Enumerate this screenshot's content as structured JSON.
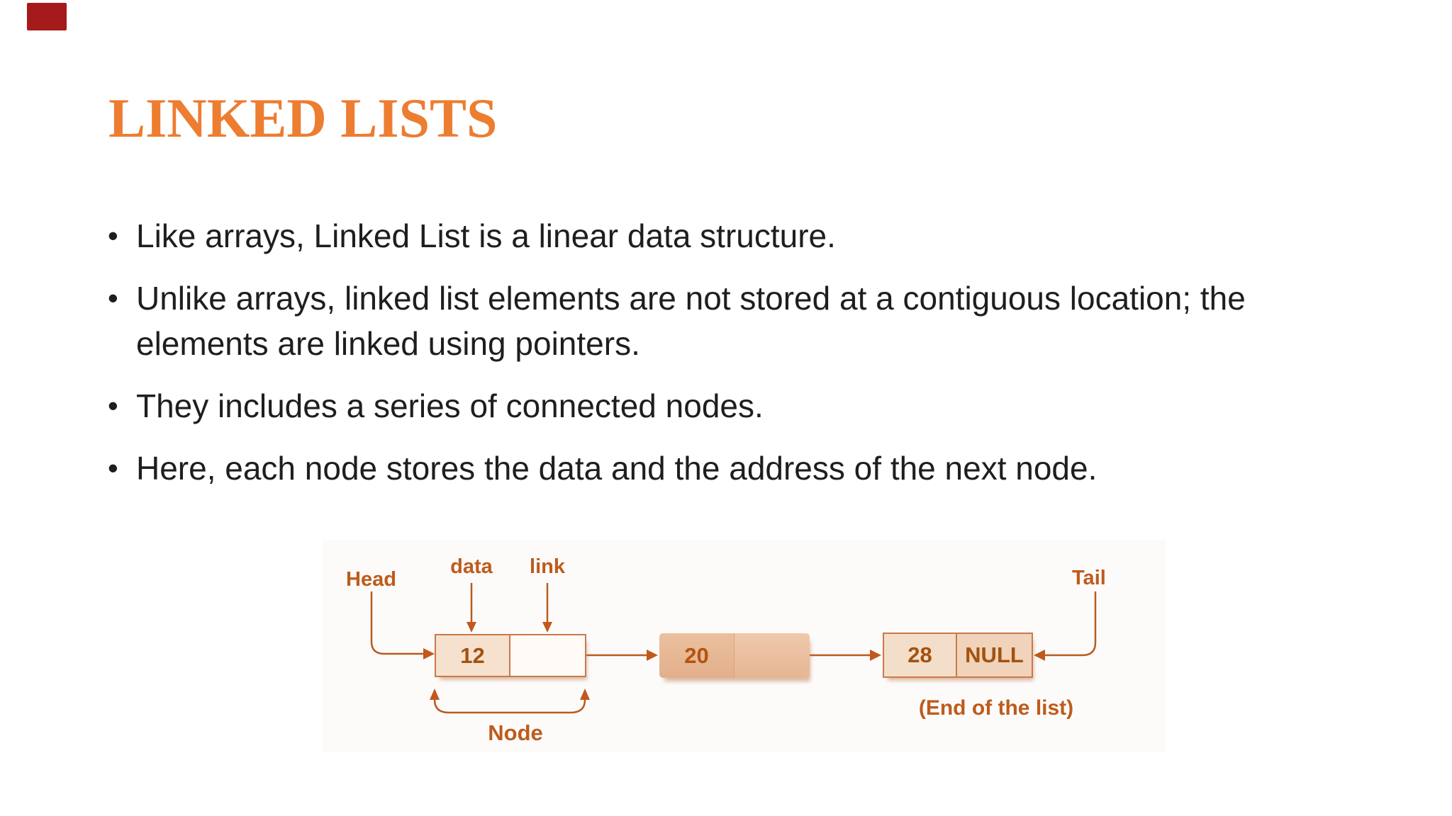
{
  "slide": {
    "title": "LINKED LISTS",
    "title_color": "#ED7D31",
    "corner_badge_color": "#A51A1A",
    "bullets": [
      "Like arrays, Linked List is a linear data structure.",
      "Unlike arrays, linked list elements are not stored at a contiguous location; the elements are linked using pointers.",
      "They includes a series of connected nodes.",
      "Here, each node stores the data and the address of the next node."
    ]
  },
  "diagram": {
    "type": "singly-linked-list-illustration",
    "accent_color": "#BE5B1C",
    "node_border_color": "#C97A48",
    "labels": {
      "head": "Head",
      "data": "data",
      "link": "link",
      "tail": "Tail",
      "node": "Node",
      "end": "(End of the list)"
    },
    "nodes": [
      {
        "data": "12",
        "link": ""
      },
      {
        "data": "20",
        "link": ""
      },
      {
        "data": "28",
        "link": "NULL"
      }
    ]
  }
}
